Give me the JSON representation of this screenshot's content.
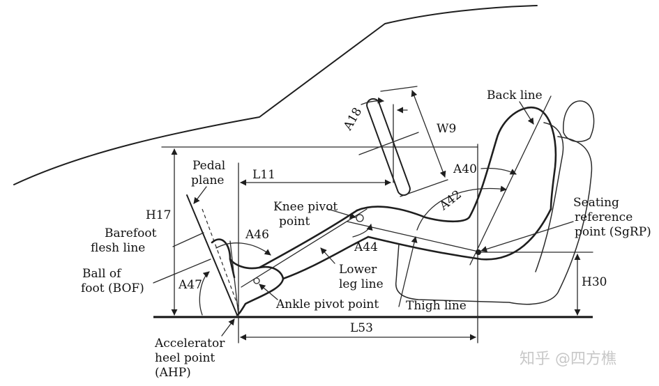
{
  "labels": {
    "pedal_plane": [
      "Pedal",
      "plane"
    ],
    "h17": "H17",
    "barefoot": [
      "Barefoot",
      "flesh line"
    ],
    "ball_of_foot": [
      "Ball of",
      "foot (BOF)"
    ],
    "a47": "A47",
    "a46": "A46",
    "l11": "L11",
    "a18": "A18",
    "w9": "W9",
    "knee_pivot": [
      "Knee pivot",
      "point"
    ],
    "a40": "A40",
    "a42": "A42",
    "back_line": "Back line",
    "sgrp": [
      "Seating",
      "reference",
      "point (SgRP)"
    ],
    "a44": "A44",
    "lower_leg": [
      "Lower",
      "leg line"
    ],
    "ankle_pivot": "Ankle pivot point",
    "thigh_line": "Thigh line",
    "h30": "H30",
    "l53": "L53",
    "ahp": [
      "Accelerator",
      "heel point",
      "(AHP)"
    ]
  },
  "watermark": "知乎 @四方樵"
}
